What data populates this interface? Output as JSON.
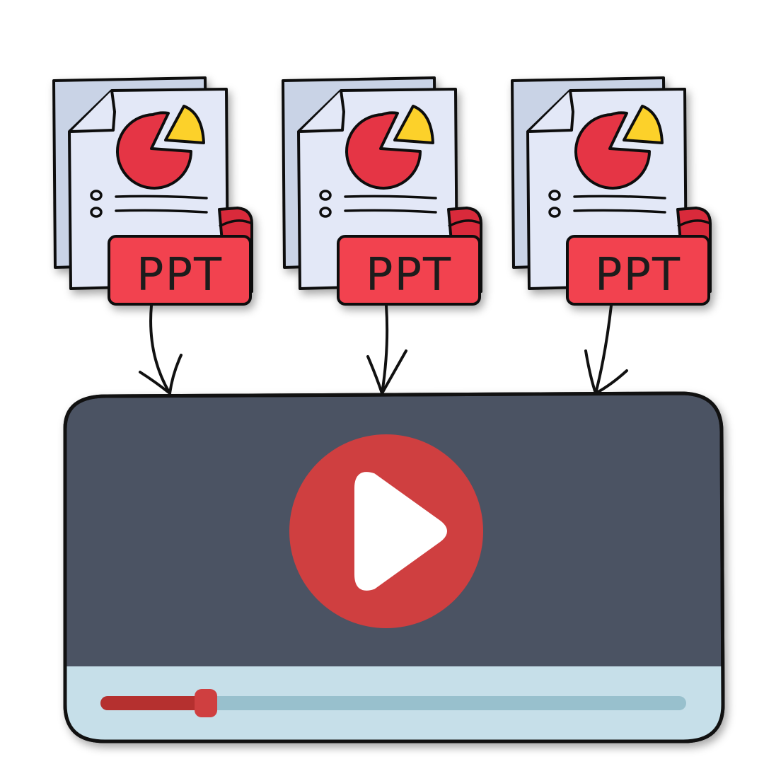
{
  "documents": [
    {
      "label": "PPT",
      "icon": "presentation-file-icon"
    },
    {
      "label": "PPT",
      "icon": "presentation-file-icon"
    },
    {
      "label": "PPT",
      "icon": "presentation-file-icon"
    }
  ],
  "video_player": {
    "play_icon": "play-icon",
    "progress": 0.18
  },
  "colors": {
    "doc_front": "#e3e8f7",
    "doc_back": "#c9d3e6",
    "pie_red": "#e53645",
    "pie_yellow": "#fcd12a",
    "banner_red": "#f2434f",
    "banner_dark": "#d92b3a",
    "screen": "#4b5264",
    "control_bar": "#c6dfe9",
    "play_circle": "#cf3f40",
    "progress_fill": "#b5302f",
    "progress_track": "#98c0cd",
    "outline": "#111111"
  }
}
